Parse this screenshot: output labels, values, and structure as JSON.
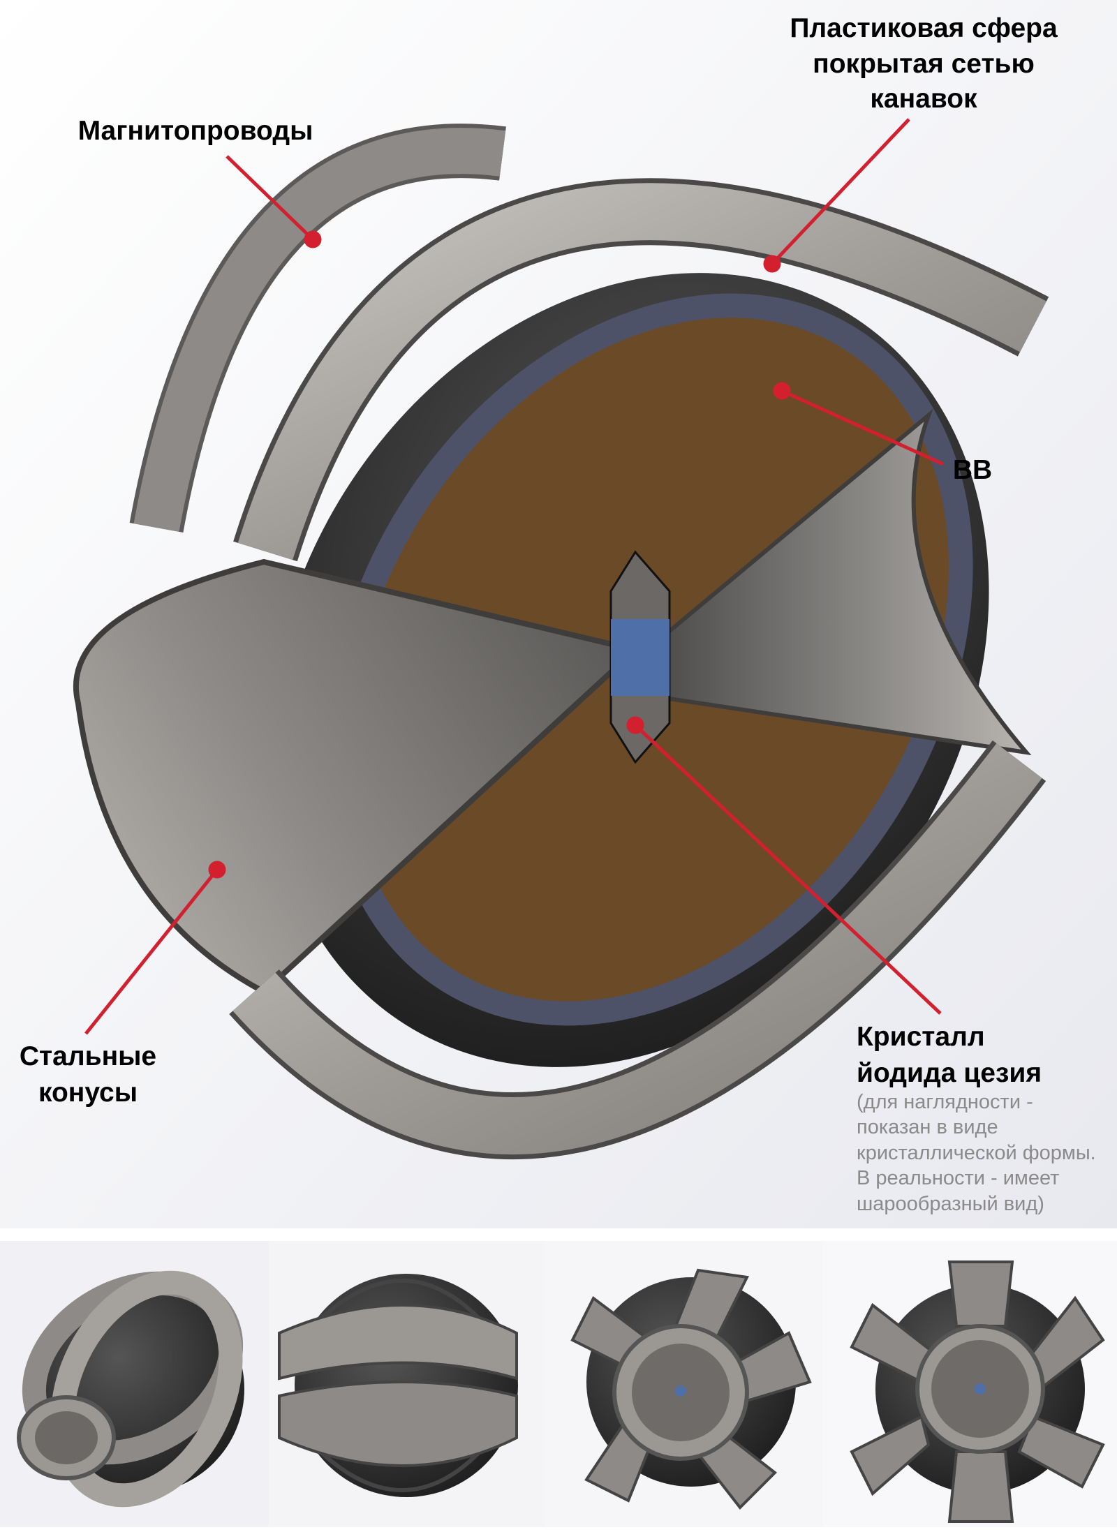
{
  "colors": {
    "leader_line": "#d2202f",
    "explosive": "#6b4a27",
    "plastic_sphere": "#4d5268",
    "steel": "#a9a6a2",
    "crystal": "#4e6fa8",
    "note_text": "#8a8a8a"
  },
  "labels": {
    "magnetic_cores": "Магнитопроводы",
    "plastic_sphere": [
      "Пластиковая сфера",
      "покрытая сетью",
      "канавок"
    ],
    "explosive": "ВВ",
    "crystal": [
      "Кристалл",
      "йодида цезия"
    ],
    "crystal_note": [
      "(для наглядности -",
      "показан в виде",
      "кристаллической формы.",
      "В реальности - имеет",
      "шарообразный вид)"
    ],
    "steel_cones": [
      "Стальные",
      "конусы"
    ]
  },
  "thumbnails": [
    "perspective-view",
    "side-view",
    "angled-front-view",
    "front-view"
  ]
}
